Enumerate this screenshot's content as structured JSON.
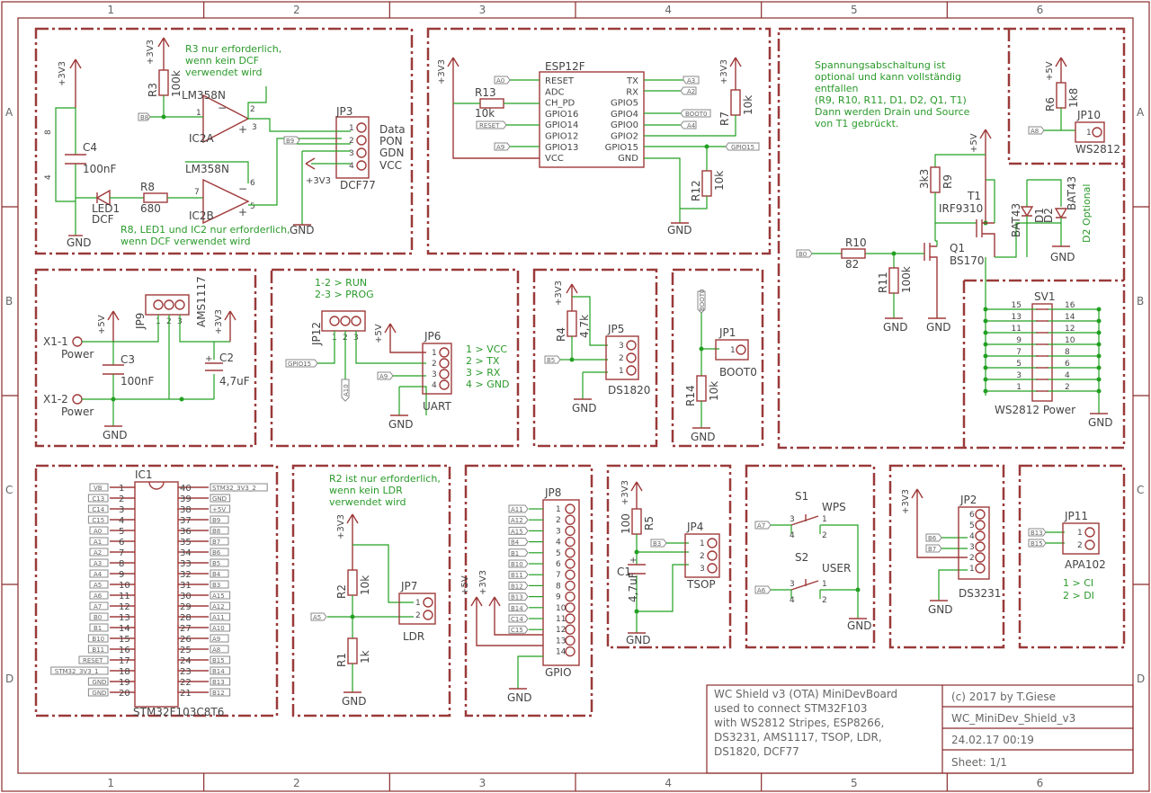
{
  "frame": {
    "cols": [
      "1",
      "2",
      "3",
      "4",
      "5",
      "6"
    ],
    "rows": [
      "A",
      "B",
      "C",
      "D"
    ]
  },
  "dcf": {
    "r3_label": "R3",
    "r3_val": "100k",
    "ic2a": "IC2A",
    "ic2b": "IC2B",
    "lm_a": "LM358N",
    "lm_b": "LM358N",
    "c4": "C4",
    "c4_val": "100nF",
    "r8": "R8",
    "r8_val": "680",
    "led": "LED1",
    "led_sub": "DCF",
    "jp3": "JP3",
    "jp3_name": "DCF77",
    "pins": [
      "Data",
      "PON",
      "GDN",
      "VCC"
    ],
    "note1": [
      "R3 nur erforderlich,",
      "wenn kein DCF",
      "verwendet wird"
    ],
    "note2": [
      "R8, LED1 und IC2 nur erforderlich,",
      "wenn DCF verwendet wird"
    ],
    "supply": "+3V3",
    "gnd": "GND",
    "b8": "B8",
    "b9": "B9",
    "pin8": "8",
    "pin4": "4",
    "pin1": "1",
    "pin2": "2",
    "pin3": "3",
    "pin5": "5",
    "pin6": "6",
    "pin7": "7"
  },
  "esp": {
    "title": "ESP12F",
    "left": [
      "RESET",
      "ADC",
      "CH_PD",
      "GPIO16",
      "GPIO14",
      "GPIO12",
      "GPIO13",
      "VCC"
    ],
    "right": [
      "TX",
      "RX",
      "GPIO5",
      "GPIO4",
      "GPIO0",
      "GPIO2",
      "GPIO15",
      "GND"
    ],
    "r13": "R13",
    "r13_val": "10k",
    "r7": "R7",
    "r7_val": "10k",
    "r12": "R12",
    "r12_val": "10k",
    "labels": {
      "a0": "A0",
      "reset": "RESET",
      "a9": "A9",
      "a3": "A3",
      "a2": "A2",
      "boot0": "BOOT0",
      "a4": "A4",
      "gpio15": "GPIO15"
    }
  },
  "ws": {
    "note": [
      "Spannungsabschaltung ist",
      "optional und kann vollständig",
      "entfallen",
      "(R9, R10, R11, D1, D2, Q1, T1)",
      "Dann werden Drain und Source",
      "von T1 gebrückt."
    ],
    "r6": "R6",
    "r6_val": "1k8",
    "jp10": "JP10",
    "jp10_name": "WS2812",
    "r9": "R9",
    "r9_val": "3k3",
    "t1": "T1",
    "t1_val": "IRF9310",
    "r10": "R10",
    "r10_val": "82",
    "r11": "R11",
    "r11_val": "100k",
    "q1": "Q1",
    "q1_val": "BS170",
    "d1": "D1",
    "d2": "D2",
    "bat1": "BAT43",
    "bat2": "BAT43",
    "d2_opt": "D2 Optional",
    "sv1": "SV1",
    "sv1_name": "WS2812 Power",
    "left_pins": [
      "15",
      "13",
      "11",
      "9",
      "7",
      "5",
      "3",
      "1"
    ],
    "right_pins": [
      "16",
      "14",
      "12",
      "10",
      "8",
      "6",
      "4",
      "2"
    ],
    "b0": "B0",
    "a8": "A8",
    "p5v": "+5V",
    "gnd": "GND"
  },
  "power": {
    "jp9": "JP9",
    "reg": "AMS1117",
    "x1": "X1-1",
    "x2": "X1-2",
    "pw": "Power",
    "c3": "C3",
    "c3_val": "100nF",
    "c2": "C2",
    "c2_val": "4,7uF",
    "p5v": "+5V",
    "p3v3": "+3V3",
    "gnd": "GND"
  },
  "uart": {
    "note": [
      "1-2 > RUN",
      "2-3 > PROG"
    ],
    "jp12": "JP12",
    "jp6": "JP6",
    "name": "UART",
    "map": [
      "1 > VCC",
      "2 > TX",
      "3 > RX",
      "4 > GND"
    ],
    "gpio15": "GPIO15",
    "a10": "A10",
    "a9": "A9",
    "p5v": "+5V",
    "gnd": "GND"
  },
  "ds1820": {
    "r4": "R4",
    "r4_val": "4,7k",
    "jp5": "JP5",
    "name": "DS1820",
    "b5": "B5",
    "p3v3": "+3V3",
    "gnd": "GND"
  },
  "boot": {
    "jp1": "JP1",
    "name": "BOOT0",
    "r14": "R14",
    "r14_val": "10k",
    "label": "BOOT0",
    "gnd": "GND"
  },
  "ic1": {
    "name": "IC1",
    "part": "STM32F103C8T6",
    "left": [
      "VB",
      "C13",
      "C14",
      "C15",
      "A0",
      "A1",
      "A2",
      "A3",
      "A4",
      "A5",
      "A6",
      "A7",
      "B0",
      "B1",
      "B10",
      "B11",
      "RESET",
      "STM32_3V3_1",
      "GND",
      "GND"
    ],
    "right": [
      "STM32_3V3_2",
      "GND",
      "+5V",
      "B9",
      "B8",
      "B7",
      "B6",
      "B5",
      "B4",
      "B3",
      "A15",
      "A12",
      "A11",
      "A10",
      "A9",
      "A8",
      "B15",
      "B14",
      "B13",
      "B12"
    ]
  },
  "ldr": {
    "note": [
      "R2 ist nur erforderlich,",
      "wenn kein LDR",
      "verwendet wird"
    ],
    "r2": "R2",
    "r2_val": "10k",
    "r1": "R1",
    "r1_val": "1k",
    "jp7": "JP7",
    "name": "LDR",
    "a5": "A5",
    "p3v3": "+3V3",
    "gnd": "GND"
  },
  "gpio": {
    "jp8": "JP8",
    "name": "GPIO",
    "labels": [
      "A11",
      "A12",
      "A15",
      "B4",
      "B1",
      "B10",
      "B11",
      "B12",
      "B13",
      "B14",
      "C14",
      "C15"
    ],
    "p5v": "+5V",
    "p3v3": "+3V3",
    "gnd": "GND"
  },
  "tsop": {
    "r5": "R5",
    "r5_val": "100",
    "c1": "C1",
    "c1_val": "4,7uF",
    "jp4": "JP4",
    "name": "TSOP",
    "b3": "B3",
    "p3v3": "+3V3",
    "gnd": "GND"
  },
  "switches": {
    "s1": "S1",
    "s1_name": "WPS",
    "s2": "S2",
    "s2_name": "USER",
    "a7": "A7",
    "a6": "A6",
    "gnd": "GND"
  },
  "ds3231": {
    "jp2": "JP2",
    "name": "DS3231",
    "b6": "B6",
    "b7": "B7",
    "p3v3": "+3V3",
    "gnd": "GND"
  },
  "apa": {
    "jp11": "JP11",
    "name": "APA102",
    "b13": "B13",
    "b15": "B15",
    "map": [
      "1 > CI",
      "2 > DI"
    ]
  },
  "titleblock": {
    "desc": [
      "WC Shield v3 (OTA) MiniDevBoard",
      "used to connect STM32F103",
      "with WS2812 Stripes, ESP8266,",
      "DS3231, AMS1117, TSOP, LDR,",
      "DS1820, DCF77"
    ],
    "copyright": "(c) 2017 by T.Giese",
    "file": "WC_MiniDev_Shield_v3",
    "date": "24.02.17 00:19",
    "sheet": "Sheet:  1/1"
  }
}
